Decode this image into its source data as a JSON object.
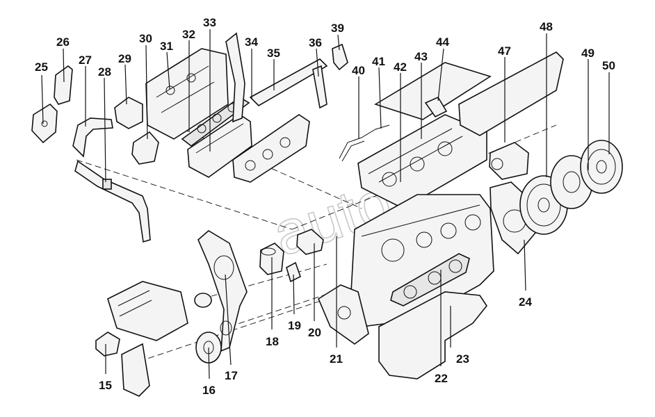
{
  "watermark": "autos",
  "parts": [
    {
      "id": "p15",
      "label": "15"
    },
    {
      "id": "p16",
      "label": "16"
    },
    {
      "id": "p17",
      "label": "17"
    },
    {
      "id": "p18",
      "label": "18"
    },
    {
      "id": "p19",
      "label": "19"
    },
    {
      "id": "p20",
      "label": "20"
    },
    {
      "id": "p21",
      "label": "21"
    },
    {
      "id": "p22",
      "label": "22"
    },
    {
      "id": "p23",
      "label": "23"
    },
    {
      "id": "p24",
      "label": "24"
    },
    {
      "id": "p25",
      "label": "25"
    },
    {
      "id": "p26",
      "label": "26"
    },
    {
      "id": "p27",
      "label": "27"
    },
    {
      "id": "p28",
      "label": "28"
    },
    {
      "id": "p29",
      "label": "29"
    },
    {
      "id": "p30",
      "label": "30"
    },
    {
      "id": "p31",
      "label": "31"
    },
    {
      "id": "p32",
      "label": "32"
    },
    {
      "id": "p33",
      "label": "33"
    },
    {
      "id": "p34",
      "label": "34"
    },
    {
      "id": "p35",
      "label": "35"
    },
    {
      "id": "p36",
      "label": "36"
    },
    {
      "id": "p39",
      "label": "39"
    },
    {
      "id": "p40",
      "label": "40"
    },
    {
      "id": "p41",
      "label": "41"
    },
    {
      "id": "p42",
      "label": "42"
    },
    {
      "id": "p43",
      "label": "43"
    },
    {
      "id": "p44",
      "label": "44"
    },
    {
      "id": "p47",
      "label": "47"
    },
    {
      "id": "p48",
      "label": "48"
    },
    {
      "id": "p49",
      "label": "49"
    },
    {
      "id": "p50",
      "label": "50"
    }
  ]
}
